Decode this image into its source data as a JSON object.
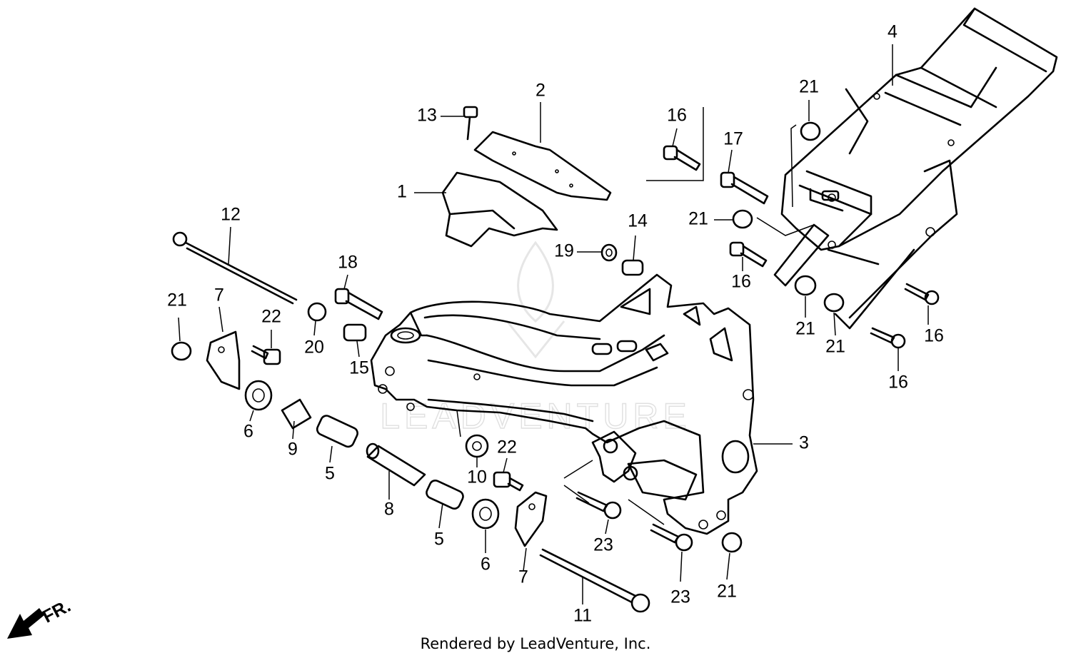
{
  "diagram": {
    "watermark": "LEADVENTURE",
    "direction_label": "FR.",
    "callouts": [
      {
        "id": "c1",
        "text": "1"
      },
      {
        "id": "c2",
        "text": "2"
      },
      {
        "id": "c3",
        "text": "3"
      },
      {
        "id": "c4",
        "text": "4"
      },
      {
        "id": "c5a",
        "text": "5"
      },
      {
        "id": "c5b",
        "text": "5"
      },
      {
        "id": "c6a",
        "text": "6"
      },
      {
        "id": "c6b",
        "text": "6"
      },
      {
        "id": "c7a",
        "text": "7"
      },
      {
        "id": "c7b",
        "text": "7"
      },
      {
        "id": "c8",
        "text": "8"
      },
      {
        "id": "c9",
        "text": "9"
      },
      {
        "id": "c10",
        "text": "10"
      },
      {
        "id": "c11",
        "text": "11"
      },
      {
        "id": "c12",
        "text": "12"
      },
      {
        "id": "c13",
        "text": "13"
      },
      {
        "id": "c14",
        "text": "14"
      },
      {
        "id": "c15",
        "text": "15"
      },
      {
        "id": "c16a",
        "text": "16"
      },
      {
        "id": "c16b",
        "text": "16"
      },
      {
        "id": "c16c",
        "text": "16"
      },
      {
        "id": "c16d",
        "text": "16"
      },
      {
        "id": "c17",
        "text": "17"
      },
      {
        "id": "c18",
        "text": "18"
      },
      {
        "id": "c19",
        "text": "19"
      },
      {
        "id": "c20",
        "text": "20"
      },
      {
        "id": "c21a",
        "text": "21"
      },
      {
        "id": "c21b",
        "text": "21"
      },
      {
        "id": "c21c",
        "text": "21"
      },
      {
        "id": "c21d",
        "text": "21"
      },
      {
        "id": "c21e",
        "text": "21"
      },
      {
        "id": "c21f",
        "text": "21"
      },
      {
        "id": "c22a",
        "text": "22"
      },
      {
        "id": "c22b",
        "text": "22"
      },
      {
        "id": "c23a",
        "text": "23"
      },
      {
        "id": "c23b",
        "text": "23"
      }
    ]
  },
  "footer": {
    "text": "Rendered by LeadVenture, Inc."
  }
}
